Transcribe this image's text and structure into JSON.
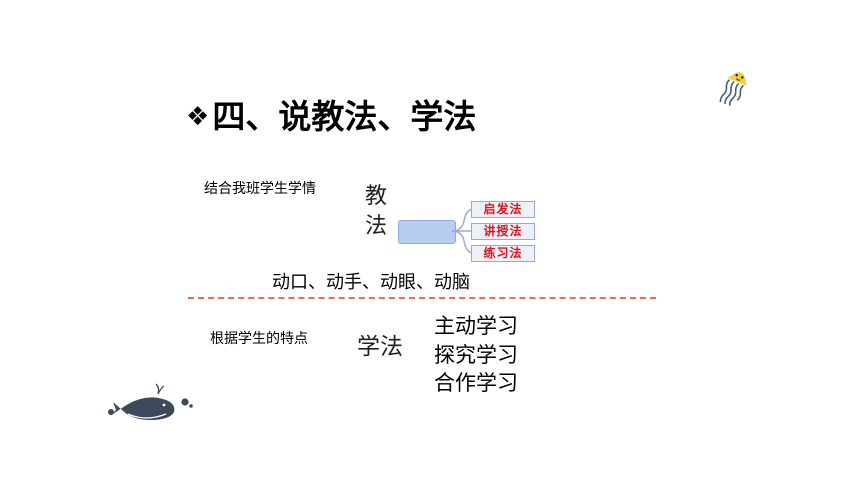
{
  "slide": {
    "title_symbol": "❖",
    "title": "四、说教法、学法",
    "teaching": {
      "basis": "结合我班学生学情",
      "label_line1": "教",
      "label_line2": "法",
      "methods": [
        "启发法",
        "讲授法",
        "练习法"
      ]
    },
    "activity_text": "动口、动手、动眼、动脑",
    "learning": {
      "basis": "根据学生的特点",
      "label": "学法",
      "methods": [
        "主动学习",
        "探究学习",
        "合作学习"
      ]
    },
    "colors": {
      "tag_text": "#e0141e",
      "hub_fill": "#b9cdf0",
      "branch_line": "#9aa8d6",
      "dash_line": "#f26b4b",
      "jellyfish": "#f7cf3c",
      "whale": "#3d4a5c"
    }
  }
}
